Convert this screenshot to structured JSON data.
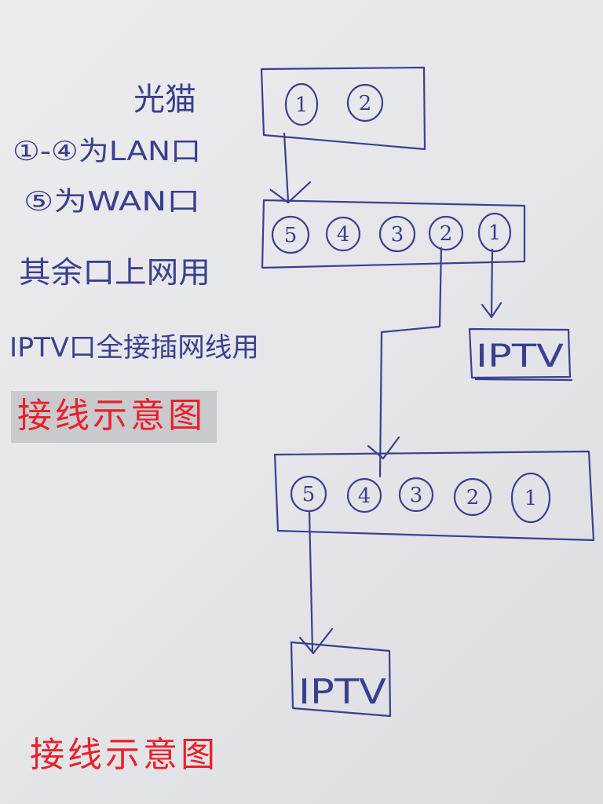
{
  "notes": {
    "modem": "光猫",
    "lan_ports": "①-④为LAN口",
    "wan_port": "⑤为WAN口",
    "other_ports": "其余口上网用",
    "iptv_port": "IPTV口全接插网线用"
  },
  "modem": {
    "ports": [
      "1",
      "2"
    ]
  },
  "router_1": {
    "ports": [
      "5",
      "4",
      "3",
      "2",
      "1"
    ]
  },
  "router_2": {
    "ports": [
      "5",
      "4",
      "3",
      "2",
      "1"
    ]
  },
  "iptv_box_1": {
    "label": "IPTV"
  },
  "iptv_box_2": {
    "label": "IPTV"
  },
  "title_top": "接线示意图",
  "title_bottom": "接线示意图",
  "colors": {
    "ink": "#3b3f8f",
    "title_red": "#e8202a",
    "paper": "#e9e9eb"
  }
}
